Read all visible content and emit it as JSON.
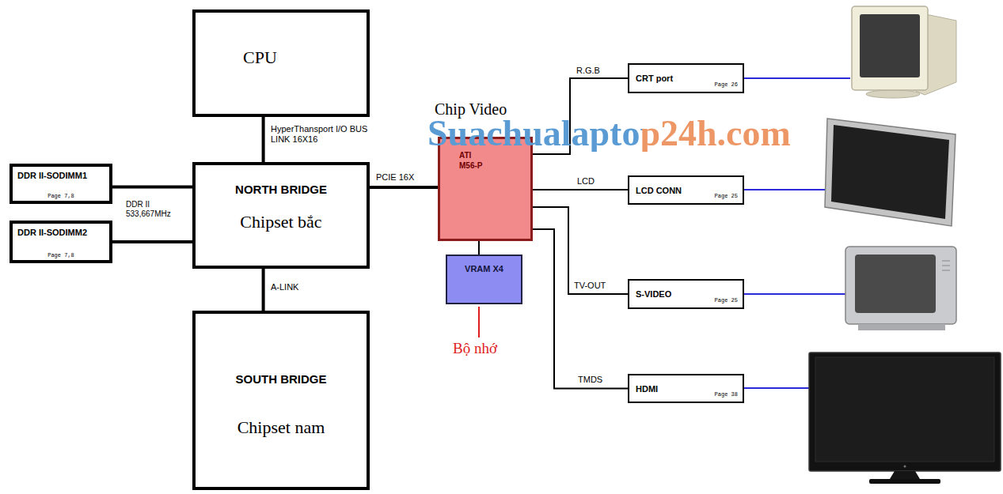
{
  "diagram": {
    "nodes": [
      {
        "text": [
          "CPU"
        ]
      },
      {
        "text": [
          "DDR II-SODIMM1",
          "Page 7,8"
        ]
      },
      {
        "text": [
          "DDR II-SODIMM2",
          "Page 7,8"
        ]
      },
      {
        "text": [
          "NORTH BRIDGE",
          "Chipset bắc"
        ]
      },
      {
        "text": [
          "SOUTH BRIDGE",
          "Chipset nam"
        ]
      },
      {
        "text": [
          "Chip Video",
          "ATI M56-P"
        ]
      },
      {
        "text": [
          "VRAM X4"
        ]
      },
      {
        "text": [
          "CRT port",
          "Page 26"
        ]
      },
      {
        "text": [
          "LCD CONN",
          "Page 25"
        ]
      },
      {
        "text": [
          "S-VIDEO",
          "Page 25"
        ]
      },
      {
        "text": [
          "HDMI",
          "Page 38"
        ]
      }
    ],
    "edges": [
      {
        "from": 0,
        "to": 3,
        "arrow": "none",
        "label": "HyperThansport I/O BUS LINK 16X16"
      },
      {
        "from": 1,
        "to": 3,
        "arrow": "none"
      },
      {
        "from": 2,
        "to": 3,
        "arrow": "none"
      },
      {
        "from": 3,
        "to": 4,
        "arrow": "none",
        "label": "A-LINK"
      },
      {
        "from": 3,
        "to": 5,
        "arrow": "none",
        "label": "PCIE 16X"
      },
      {
        "from": 5,
        "to": 6,
        "arrow": "none"
      },
      {
        "from": 5,
        "to": 7,
        "arrow": "none",
        "label": "R.G.B"
      },
      {
        "from": 5,
        "to": 8,
        "arrow": "none",
        "label": "LCD"
      },
      {
        "from": 5,
        "to": 9,
        "arrow": "none",
        "label": "TV-OUT"
      },
      {
        "from": 5,
        "to": 10,
        "arrow": "none",
        "label": "TMDS"
      }
    ],
    "labels": [
      "DDR II 533,667MHz",
      "Suachualaptop24h.com",
      "Bộ nhớ"
    ]
  }
}
